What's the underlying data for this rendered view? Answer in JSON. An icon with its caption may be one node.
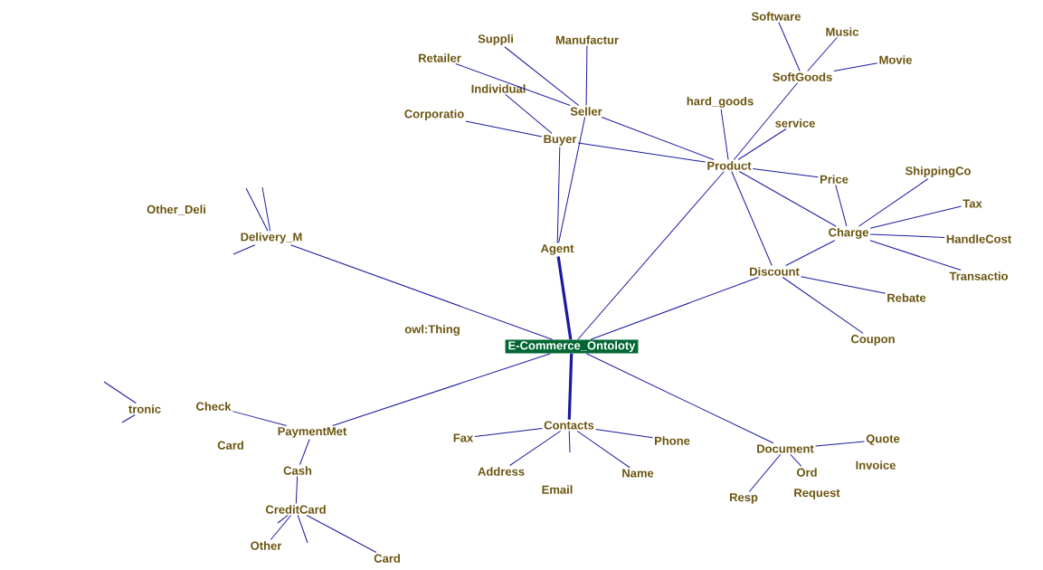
{
  "diagram": {
    "nodes": [
      {
        "text": [
          "E-Commerce_Ontoloty"
        ]
      },
      {
        "text": [
          "Agent"
        ]
      },
      {
        "text": [
          "Buyer"
        ]
      },
      {
        "text": [
          "Seller"
        ]
      },
      {
        "text": [
          "Individual"
        ]
      },
      {
        "text": [
          "Corporatio"
        ]
      },
      {
        "text": [
          "Retailer"
        ]
      },
      {
        "text": [
          "Suppli"
        ]
      },
      {
        "text": [
          "Manufactur"
        ]
      },
      {
        "text": [
          "Product"
        ]
      },
      {
        "text": [
          "hard_goods"
        ]
      },
      {
        "text": [
          "service"
        ]
      },
      {
        "text": [
          "SoftGoods"
        ]
      },
      {
        "text": [
          "Software"
        ]
      },
      {
        "text": [
          "Music"
        ]
      },
      {
        "text": [
          "Movie"
        ]
      },
      {
        "text": [
          "Price"
        ]
      },
      {
        "text": [
          "Charge"
        ]
      },
      {
        "text": [
          "ShippingCo"
        ]
      },
      {
        "text": [
          "Tax"
        ]
      },
      {
        "text": [
          "HandleCost"
        ]
      },
      {
        "text": [
          "Transactio"
        ]
      },
      {
        "text": [
          "Discount"
        ]
      },
      {
        "text": [
          "Rebate"
        ]
      },
      {
        "text": [
          "Coupon"
        ]
      },
      {
        "text": [
          "Delivery_M"
        ]
      },
      {
        "text": [
          "Other_Deli"
        ]
      },
      {
        "text": [
          "Contacts"
        ]
      },
      {
        "text": [
          "Fax"
        ]
      },
      {
        "text": [
          "Phone"
        ]
      },
      {
        "text": [
          "Address"
        ]
      },
      {
        "text": [
          "Name"
        ]
      },
      {
        "text": [
          "Email"
        ]
      },
      {
        "text": [
          "Document"
        ]
      },
      {
        "text": [
          "Quote"
        ]
      },
      {
        "text": [
          "Invoice"
        ]
      },
      {
        "text": [
          "Ord"
        ]
      },
      {
        "text": [
          "Resp"
        ]
      },
      {
        "text": [
          "Request"
        ]
      },
      {
        "text": [
          "PaymentMet"
        ]
      },
      {
        "text": [
          "tronic"
        ]
      },
      {
        "text": [
          "Check"
        ]
      },
      {
        "text": [
          "Card"
        ]
      },
      {
        "text": [
          "Cash"
        ]
      },
      {
        "text": [
          "CreditCard"
        ]
      },
      {
        "text": [
          "Other"
        ]
      },
      {
        "text": [
          "Card"
        ]
      }
    ],
    "edges": [
      {
        "from": 0,
        "to": 1,
        "arrow": "none",
        "style": "thick"
      },
      {
        "from": 1,
        "to": 2,
        "arrow": "none"
      },
      {
        "from": 1,
        "to": 3,
        "arrow": "none"
      },
      {
        "from": 2,
        "to": 4,
        "arrow": "none"
      },
      {
        "from": 2,
        "to": 5,
        "arrow": "none"
      },
      {
        "from": 3,
        "to": 6,
        "arrow": "none"
      },
      {
        "from": 3,
        "to": 7,
        "arrow": "none"
      },
      {
        "from": 3,
        "to": 8,
        "arrow": "none"
      },
      {
        "from": 2,
        "to": 9,
        "arrow": "none"
      },
      {
        "from": 3,
        "to": 9,
        "arrow": "none"
      },
      {
        "from": 0,
        "to": 9,
        "arrow": "none"
      },
      {
        "from": 9,
        "to": 10,
        "arrow": "none"
      },
      {
        "from": 9,
        "to": 11,
        "arrow": "none"
      },
      {
        "from": 9,
        "to": 12,
        "arrow": "none"
      },
      {
        "from": 12,
        "to": 13,
        "arrow": "none"
      },
      {
        "from": 12,
        "to": 14,
        "arrow": "none"
      },
      {
        "from": 12,
        "to": 15,
        "arrow": "none"
      },
      {
        "from": 9,
        "to": 16,
        "arrow": "none"
      },
      {
        "from": 9,
        "to": 17,
        "arrow": "none"
      },
      {
        "from": 9,
        "to": 22,
        "arrow": "none"
      },
      {
        "from": 16,
        "to": 17,
        "arrow": "none"
      },
      {
        "from": 17,
        "to": 18,
        "arrow": "none"
      },
      {
        "from": 17,
        "to": 19,
        "arrow": "none"
      },
      {
        "from": 17,
        "to": 20,
        "arrow": "none"
      },
      {
        "from": 17,
        "to": 21,
        "arrow": "none"
      },
      {
        "from": 17,
        "to": 22,
        "arrow": "none"
      },
      {
        "from": 22,
        "to": 23,
        "arrow": "none"
      },
      {
        "from": 22,
        "to": 24,
        "arrow": "none"
      },
      {
        "from": 0,
        "to": 22,
        "arrow": "none"
      },
      {
        "from": 0,
        "to": 25,
        "arrow": "none"
      },
      {
        "from": 25,
        "to": null,
        "arrow": "none"
      },
      {
        "from": 25,
        "to": null,
        "arrow": "none"
      },
      {
        "from": 25,
        "to": null,
        "arrow": "none"
      },
      {
        "from": 0,
        "to": 27,
        "arrow": "none",
        "style": "thick"
      },
      {
        "from": 27,
        "to": 28,
        "arrow": "none"
      },
      {
        "from": 27,
        "to": 29,
        "arrow": "none"
      },
      {
        "from": 27,
        "to": 30,
        "arrow": "none"
      },
      {
        "from": 27,
        "to": 31,
        "arrow": "none"
      },
      {
        "from": 27,
        "to": null,
        "arrow": "none"
      },
      {
        "from": 0,
        "to": 33,
        "arrow": "none"
      },
      {
        "from": 33,
        "to": 34,
        "arrow": "none"
      },
      {
        "from": 33,
        "to": 36,
        "arrow": "none"
      },
      {
        "from": 33,
        "to": 37,
        "arrow": "none"
      },
      {
        "from": 0,
        "to": 39,
        "arrow": "none"
      },
      {
        "from": 39,
        "to": 41,
        "arrow": "none"
      },
      {
        "from": 39,
        "to": 43,
        "arrow": "none"
      },
      {
        "from": 43,
        "to": 44,
        "arrow": "none"
      },
      {
        "from": 40,
        "to": null,
        "arrow": "none"
      },
      {
        "from": 40,
        "to": null,
        "arrow": "none"
      },
      {
        "from": 44,
        "to": null,
        "arrow": "none"
      },
      {
        "from": 44,
        "to": 45,
        "arrow": "none"
      },
      {
        "from": 44,
        "to": null,
        "arrow": "none"
      },
      {
        "from": 44,
        "to": 46,
        "arrow": "none"
      }
    ],
    "labels": [
      "owl:Thing"
    ]
  }
}
